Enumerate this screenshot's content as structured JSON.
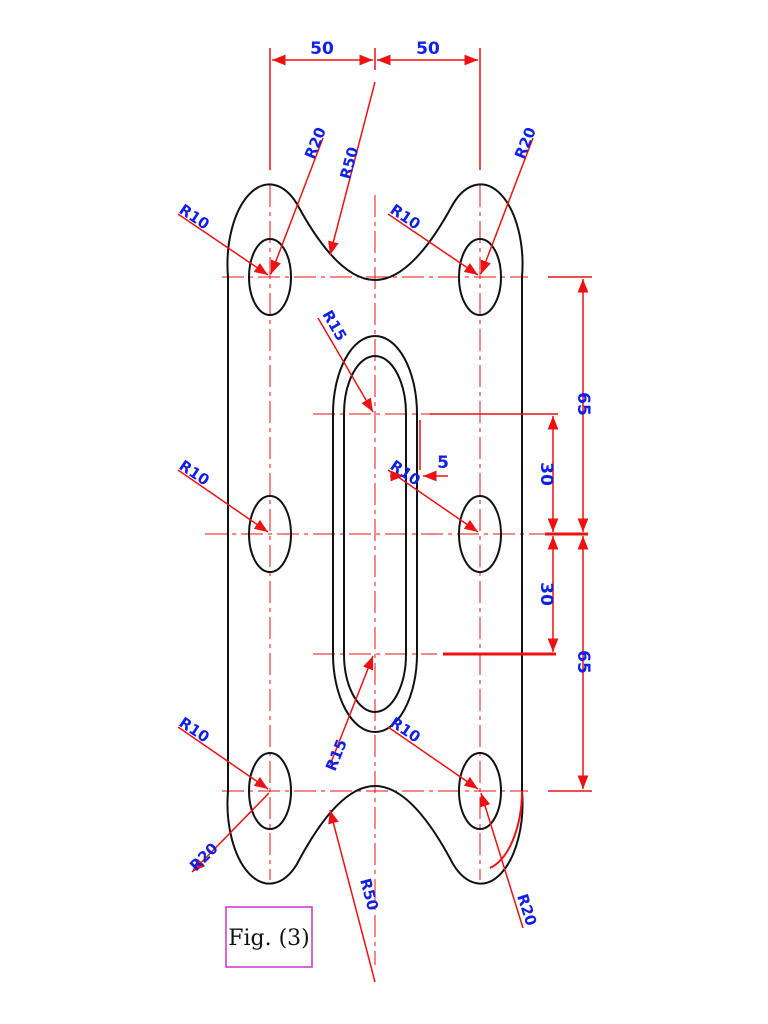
{
  "colors": {
    "outline": "#111111",
    "dimension": "#ee1111",
    "text": "#1020e8",
    "caption_border": "#cc33cc"
  },
  "dimensions": {
    "top_left": "50",
    "top_right": "50",
    "right_upper": "65",
    "right_lower": "65",
    "inner_upper": "30",
    "inner_lower": "30",
    "wall": "5"
  },
  "radii": {
    "hole_top_left": "R10",
    "hole_top_right": "R10",
    "hole_mid_left": "R10",
    "hole_mid_right": "R10",
    "hole_bot_left": "R10",
    "hole_bot_right": "R10",
    "corner_top_left": "R20",
    "corner_top_right": "R20",
    "corner_bot_left": "R20",
    "corner_bot_right": "R20",
    "notch_top": "R50",
    "notch_bottom": "R50",
    "slot_top": "R15",
    "slot_bottom": "R15"
  },
  "caption": "Fig. (3)"
}
